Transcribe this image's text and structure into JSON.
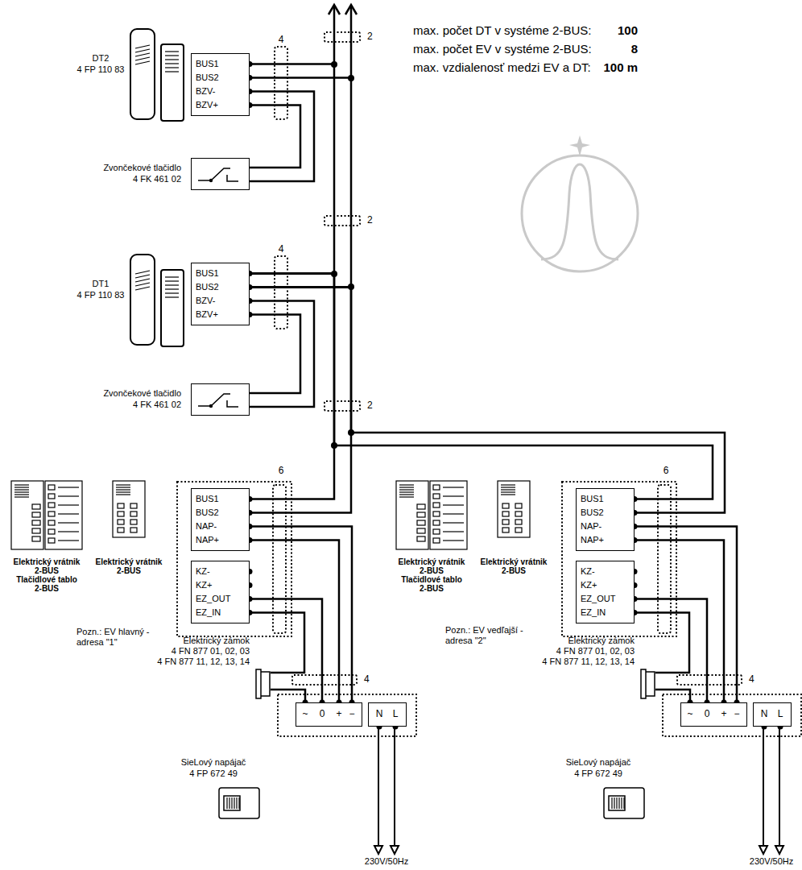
{
  "diagram": {
    "nodes": [
      {
        "text": [
          "BUS1",
          "BUS2",
          "BZV-",
          "BZV+"
        ]
      },
      {
        "text": [
          "Zvončekové tlačidlo",
          "4 FK 461 02"
        ]
      },
      {
        "text": [
          "BUS1",
          "BUS2",
          "BZV-",
          "BZV+"
        ]
      },
      {
        "text": [
          "Zvončekové tlačidlo",
          "4 FK 461 02"
        ]
      },
      {
        "text": [
          "BUS1",
          "BUS2",
          "NAP-",
          "NAP+"
        ]
      },
      {
        "text": [
          "KZ-",
          "KZ+",
          "EZ_OUT",
          "EZ_IN"
        ]
      },
      {
        "text": [
          "Elektrický zámok",
          "4 FN 877 01, 02, 03",
          "4 FN 877 11, 12, 13, 14"
        ]
      },
      {
        "text": [
          "~",
          "0",
          "+",
          "−"
        ]
      },
      {
        "text": [
          "N",
          "L"
        ]
      },
      {
        "text": [
          "BUS1",
          "BUS2",
          "NAP-",
          "NAP+"
        ]
      },
      {
        "text": [
          "KZ-",
          "KZ+",
          "EZ_OUT",
          "EZ_IN"
        ]
      },
      {
        "text": [
          "Elektrický zámok",
          "4 FN 877 01, 02, 03",
          "4 FN 877 11, 12, 13, 14"
        ]
      },
      {
        "text": [
          "~",
          "0",
          "+",
          "−"
        ]
      },
      {
        "text": [
          "N",
          "L"
        ]
      }
    ],
    "edges": [
      {
        "from": 0,
        "to": 2,
        "arrow": "none"
      },
      {
        "from": 0,
        "to": 2,
        "arrow": "none"
      },
      {
        "from": 0,
        "to": 1,
        "arrow": "none"
      },
      {
        "from": 0,
        "to": 1,
        "arrow": "none"
      },
      {
        "from": 2,
        "to": 3,
        "arrow": "none"
      },
      {
        "from": 2,
        "to": 3,
        "arrow": "none"
      },
      {
        "from": 2,
        "to": 4,
        "arrow": "none"
      },
      {
        "from": 2,
        "to": 4,
        "arrow": "none"
      },
      {
        "from": 2,
        "to": 9,
        "arrow": "none"
      },
      {
        "from": 2,
        "to": 9,
        "arrow": "none"
      },
      {
        "from": 4,
        "to": 7,
        "arrow": "none"
      },
      {
        "from": 4,
        "to": 7,
        "arrow": "none"
      },
      {
        "from": 5,
        "to": 7,
        "arrow": "none"
      },
      {
        "from": 5,
        "to": 6,
        "arrow": "none"
      },
      {
        "from": 6,
        "to": 7,
        "arrow": "none"
      },
      {
        "from": 9,
        "to": 12,
        "arrow": "none"
      },
      {
        "from": 9,
        "to": 12,
        "arrow": "none"
      },
      {
        "from": 10,
        "to": 12,
        "arrow": "none"
      },
      {
        "from": 10,
        "to": 11,
        "arrow": "none"
      },
      {
        "from": 11,
        "to": 12,
        "arrow": "none"
      }
    ],
    "labels": [
      "max. počet DT v systéme 2-BUS:",
      "100",
      "max. počet EV v systéme 2-BUS:",
      "8",
      "max. vzdialenosť medzi EV a DT:",
      "100 m",
      "DT2",
      "4 FP 110 83",
      "DT1",
      "4 FP 110 83",
      "4",
      "2",
      "4",
      "2",
      "2",
      "6",
      "Elektrický vrátnik",
      "2-BUS",
      "Tlačidlové tablo",
      "2-BUS",
      "Elektrický vrátnik",
      "2-BUS",
      "Pozn.: EV hlavný - adresa \"1\"",
      "SieLový napájač",
      "4 FP 672 49",
      "4",
      "230V/50Hz",
      "6",
      "Elektrický vrátnik",
      "2-BUS",
      "Tlačidlové tablo",
      "2-BUS",
      "Elektrický vrátnik",
      "2-BUS",
      "Pozn.: EV vedľajší - adresa \"2\"",
      "SieLový napájač",
      "4 FP 672 49",
      "4",
      "230V/50Hz"
    ]
  }
}
